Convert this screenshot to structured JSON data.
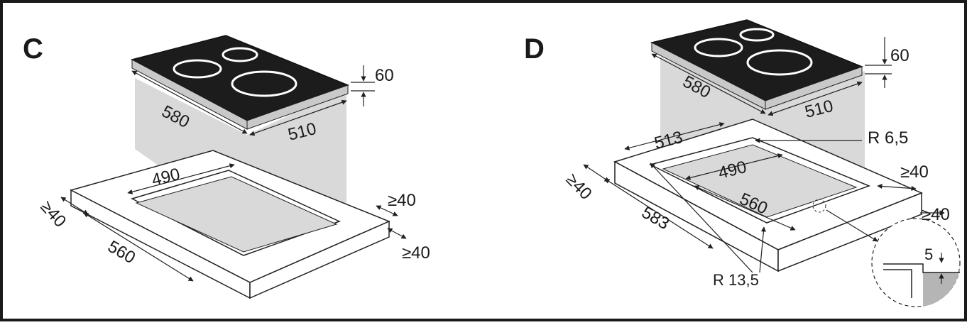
{
  "panels": [
    {
      "letter": "C",
      "labels": {
        "hob_depth": "580",
        "hob_width": "510",
        "hob_height": "60",
        "cutout_width": "490",
        "cutout_depth": "560",
        "front_clearance": "≥40",
        "right_clearance_top": "≥40",
        "right_clearance_bottom": "≥40"
      }
    },
    {
      "letter": "D",
      "labels": {
        "hob_depth": "580",
        "hob_width": "510",
        "hob_height": "60",
        "rebate_width": "513",
        "corner_radius_small": "R 6,5",
        "cutout_width": "490",
        "cutout_depth": "560",
        "rebate_depth": "583",
        "front_clearance": "≥40",
        "right_clearance_top": "≥40",
        "right_clearance_bottom": "≥40",
        "corner_radius_large": "R 13,5",
        "rebate_height": "5"
      }
    }
  ],
  "colors": {
    "border": "#1a1a1a",
    "hob_glass": "#1c1c1c",
    "hob_edge": "#c9c9c9",
    "heat_zone": "#ffffff",
    "shadow_fill": "#d9d9d9",
    "worktop_fill": "#ffffff",
    "line": "#222222"
  }
}
